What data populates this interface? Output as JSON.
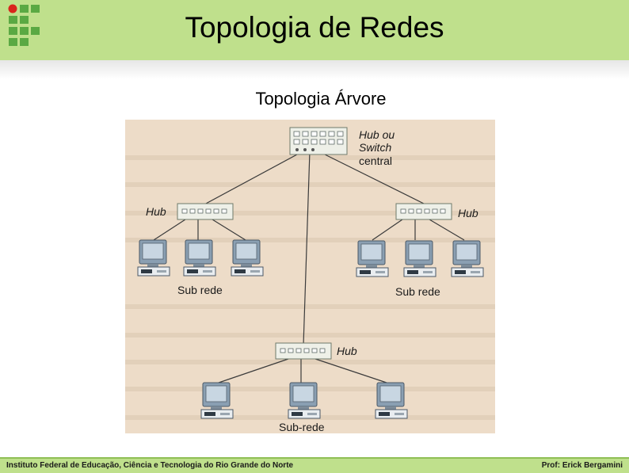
{
  "slide": {
    "title": "Topologia de Redes",
    "subtitle": "Topologia Árvore"
  },
  "diagram": {
    "central_label_1": "Hub ou",
    "central_label_2": "Switch",
    "central_label_3": "central",
    "hub_left_label": "Hub",
    "hub_right_label": "Hub",
    "hub_bottom_label": "Hub",
    "subnet_left_label": "Sub rede",
    "subnet_right_label": "Sub rede",
    "subnet_bottom_label": "Sub-rede"
  },
  "footer": {
    "institution": "Instituto Federal de Educação, Ciência e Tecnologia do Rio Grande do Norte",
    "author": "Prof: Erick Bergamini"
  },
  "colors": {
    "header": "#bfe08c",
    "logo_red": "#d9251c",
    "logo_green": "#5aa943",
    "diagram_background": "#eddcc8"
  }
}
